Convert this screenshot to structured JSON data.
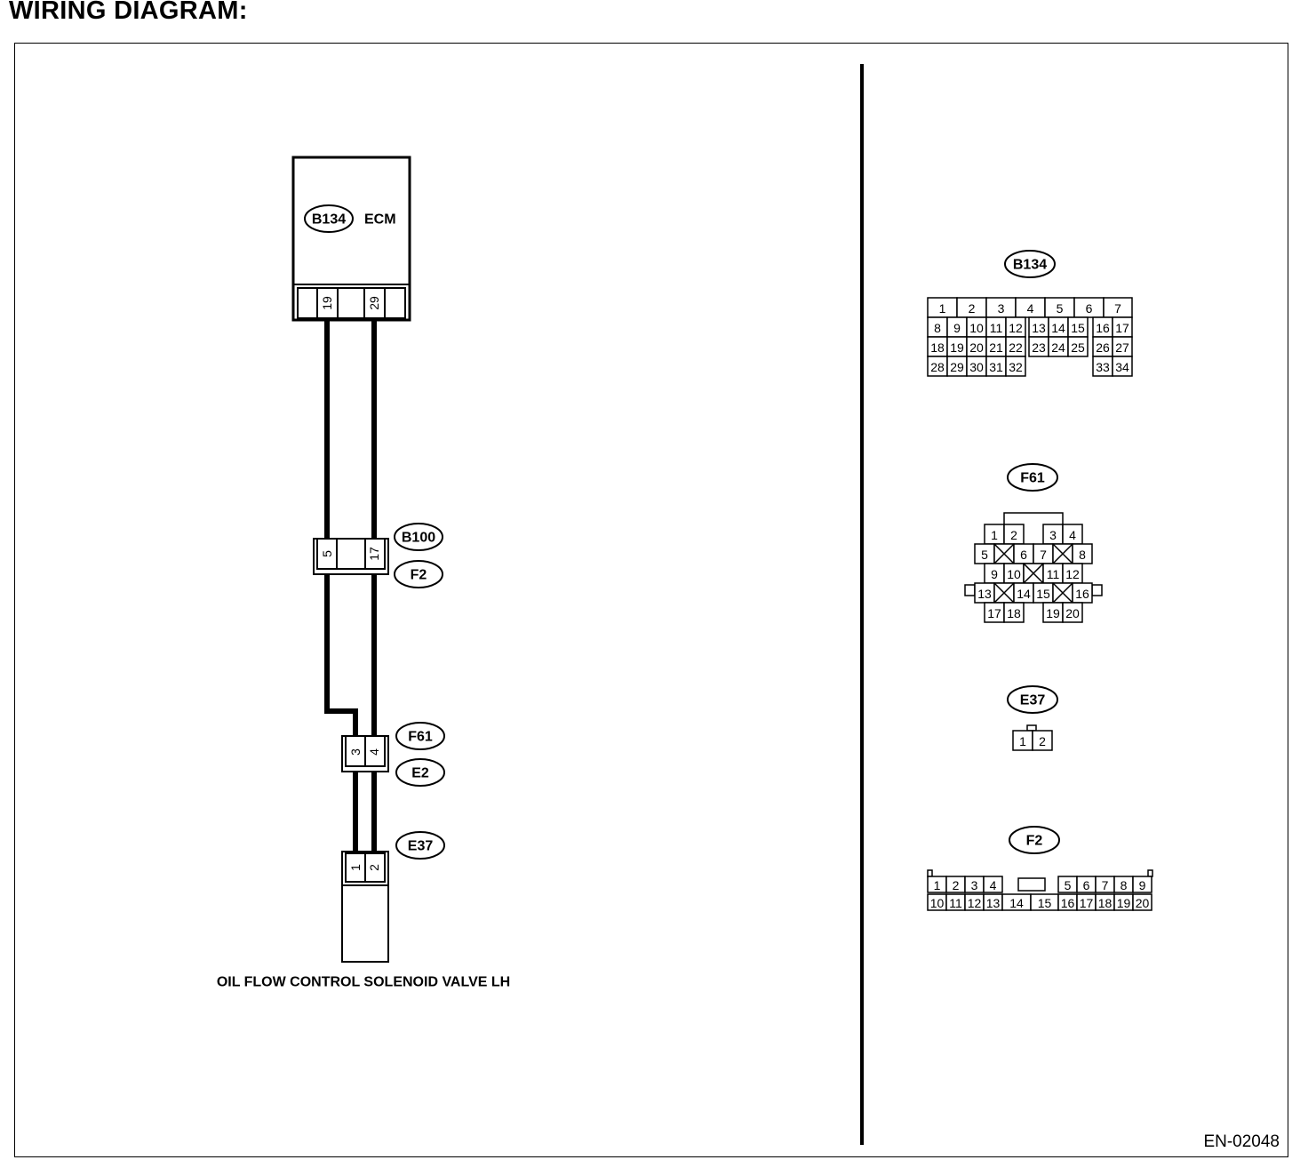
{
  "title": "WIRING DIAGRAM:",
  "reference_code": "EN-02048",
  "components": {
    "ecm": {
      "name": "ECM",
      "connector": "B134",
      "pins": [
        "19",
        "29"
      ]
    },
    "joint_upper": {
      "connectors": [
        "B100",
        "F2"
      ],
      "pins": [
        "5",
        "17"
      ]
    },
    "joint_lower": {
      "connectors": [
        "F61",
        "E2"
      ],
      "pins": [
        "3",
        "4"
      ]
    },
    "solenoid": {
      "connector": "E37",
      "pins": [
        "1",
        "2"
      ],
      "label": "OIL FLOW CONTROL SOLENOID VALVE LH"
    }
  },
  "connector_views": {
    "b134": {
      "id": "B134",
      "rows": [
        [
          "1",
          "2",
          "3",
          "4",
          "5",
          "6",
          "7"
        ],
        [
          "8",
          "9",
          "10",
          "11",
          "12",
          "13",
          "14",
          "15",
          "16",
          "17"
        ],
        [
          "18",
          "19",
          "20",
          "21",
          "22",
          "23",
          "24",
          "25",
          "26",
          "27"
        ],
        [
          "28",
          "29",
          "30",
          "31",
          "32",
          "33",
          "34"
        ]
      ]
    },
    "f61": {
      "id": "F61",
      "rows": [
        [
          "1",
          "2",
          "3",
          "4"
        ],
        [
          "5",
          "6",
          "7",
          "8"
        ],
        [
          "9",
          "10",
          "11",
          "12"
        ],
        [
          "13",
          "14",
          "15",
          "16"
        ],
        [
          "17",
          "18",
          "19",
          "20"
        ]
      ]
    },
    "e37": {
      "id": "E37",
      "rows": [
        [
          "1",
          "2"
        ]
      ]
    },
    "f2": {
      "id": "F2",
      "rows": [
        [
          "1",
          "2",
          "3",
          "4",
          "5",
          "6",
          "7",
          "8",
          "9"
        ],
        [
          "10",
          "11",
          "12",
          "13",
          "14",
          "15",
          "16",
          "17",
          "18",
          "19",
          "20"
        ]
      ]
    }
  }
}
